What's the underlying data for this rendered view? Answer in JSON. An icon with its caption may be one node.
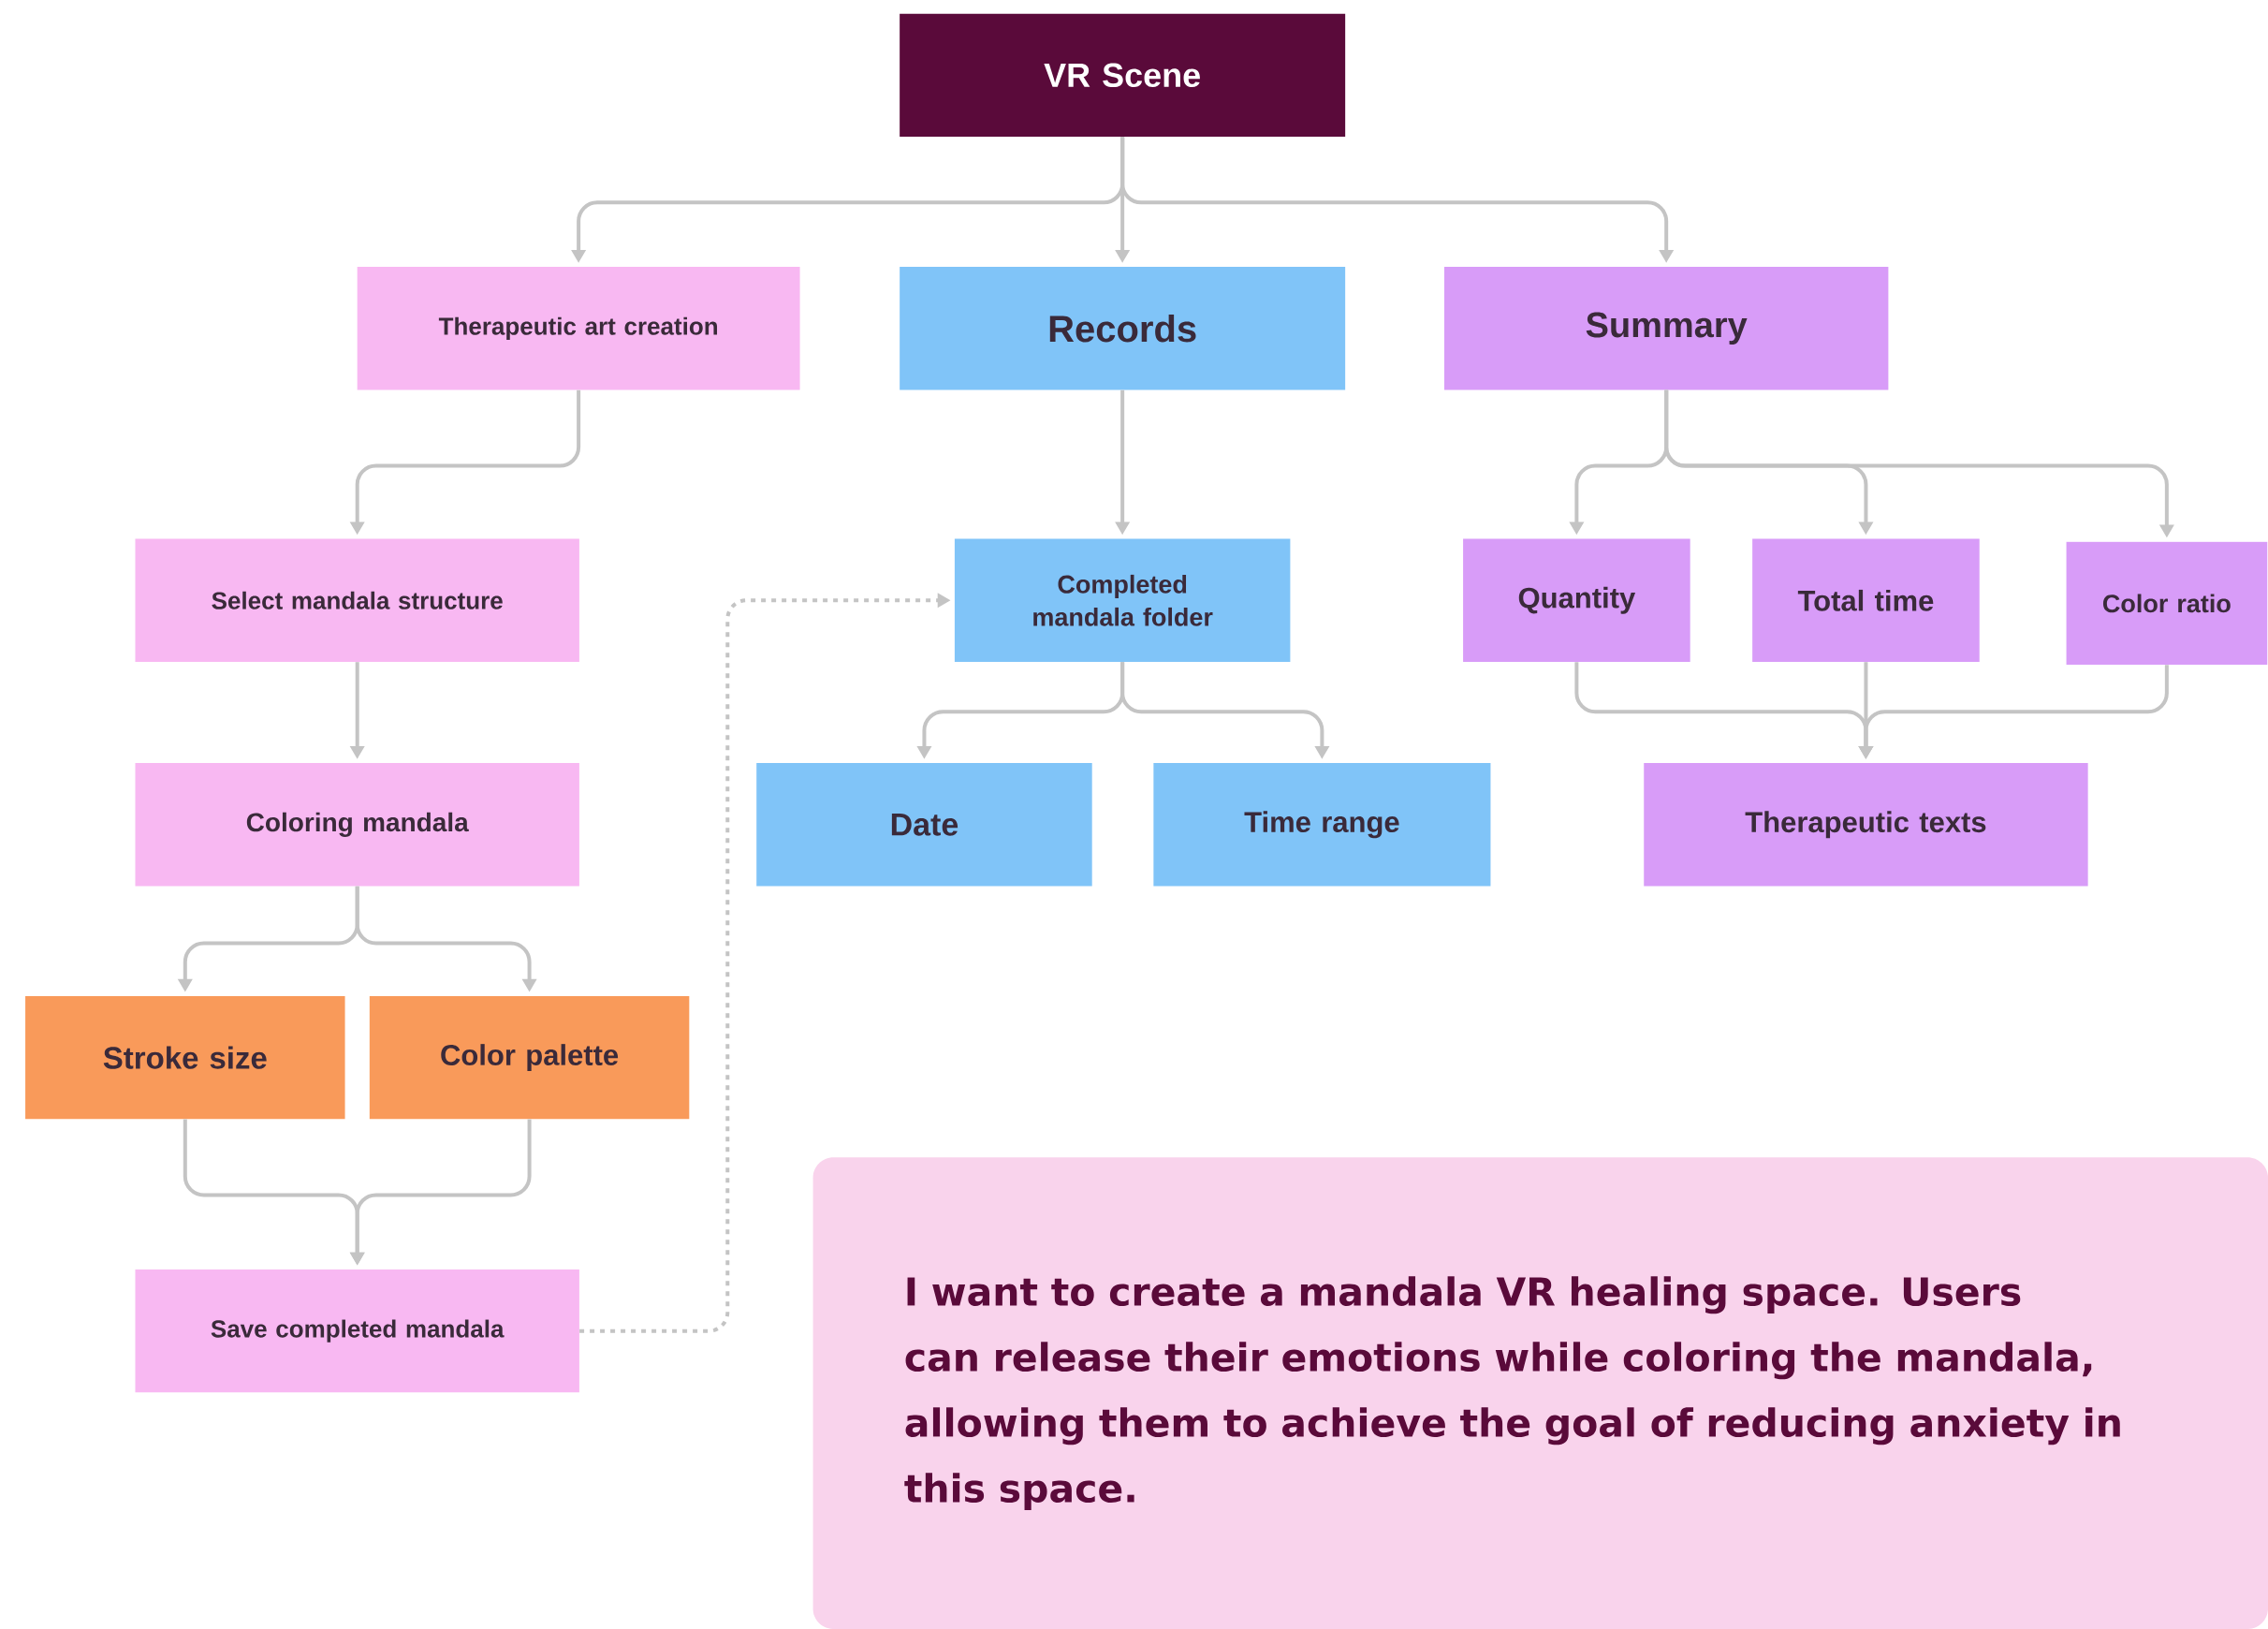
{
  "diagram": {
    "nodes": [
      {
        "text": [
          "VR Scene"
        ]
      },
      {
        "text": [
          "Therapeutic art creation"
        ]
      },
      {
        "text": [
          "Records"
        ]
      },
      {
        "text": [
          "Summary"
        ]
      },
      {
        "text": [
          "Select mandala structure"
        ]
      },
      {
        "text": [
          "Completed mandala folder"
        ]
      },
      {
        "text": [
          "Quantity"
        ]
      },
      {
        "text": [
          "Total time"
        ]
      },
      {
        "text": [
          "Color ratio"
        ]
      },
      {
        "text": [
          "Coloring mandala"
        ]
      },
      {
        "text": [
          "Date"
        ]
      },
      {
        "text": [
          "Time range"
        ]
      },
      {
        "text": [
          "Therapeutic texts"
        ]
      },
      {
        "text": [
          "Stroke size"
        ]
      },
      {
        "text": [
          "Color palette"
        ]
      },
      {
        "text": [
          "Save completed mandala"
        ]
      },
      {
        "text": [
          "I want to create a mandala VR healing space. Users can release their emotions while coloring the mandala, allowing them to achieve the goal of reducing anxiety in this space."
        ]
      }
    ],
    "edges": [
      {
        "from": 0,
        "to": 1,
        "arrow": "to"
      },
      {
        "from": 0,
        "to": 2,
        "arrow": "to"
      },
      {
        "from": 0,
        "to": 3,
        "arrow": "to"
      },
      {
        "from": 1,
        "to": 4,
        "arrow": "to"
      },
      {
        "from": 2,
        "to": 5,
        "arrow": "to"
      },
      {
        "from": 3,
        "to": 6,
        "arrow": "to"
      },
      {
        "from": 3,
        "to": 7,
        "arrow": "to"
      },
      {
        "from": 3,
        "to": 8,
        "arrow": "to"
      },
      {
        "from": 4,
        "to": 9,
        "arrow": "to"
      },
      {
        "from": 5,
        "to": 10,
        "arrow": "to"
      },
      {
        "from": 5,
        "to": 11,
        "arrow": "to"
      },
      {
        "from": 9,
        "to": 13,
        "arrow": "to"
      },
      {
        "from": 9,
        "to": 14,
        "arrow": "to"
      },
      {
        "from": 6,
        "to": 12,
        "arrow": "to"
      },
      {
        "from": 7,
        "to": 12,
        "arrow": "to"
      },
      {
        "from": 8,
        "to": 12,
        "arrow": "to"
      },
      {
        "from": 13,
        "to": 15,
        "arrow": "to"
      },
      {
        "from": 14,
        "to": 15,
        "arrow": "to"
      },
      {
        "from": 15,
        "to": 5,
        "arrow": "to",
        "style": "dashed"
      }
    ]
  }
}
